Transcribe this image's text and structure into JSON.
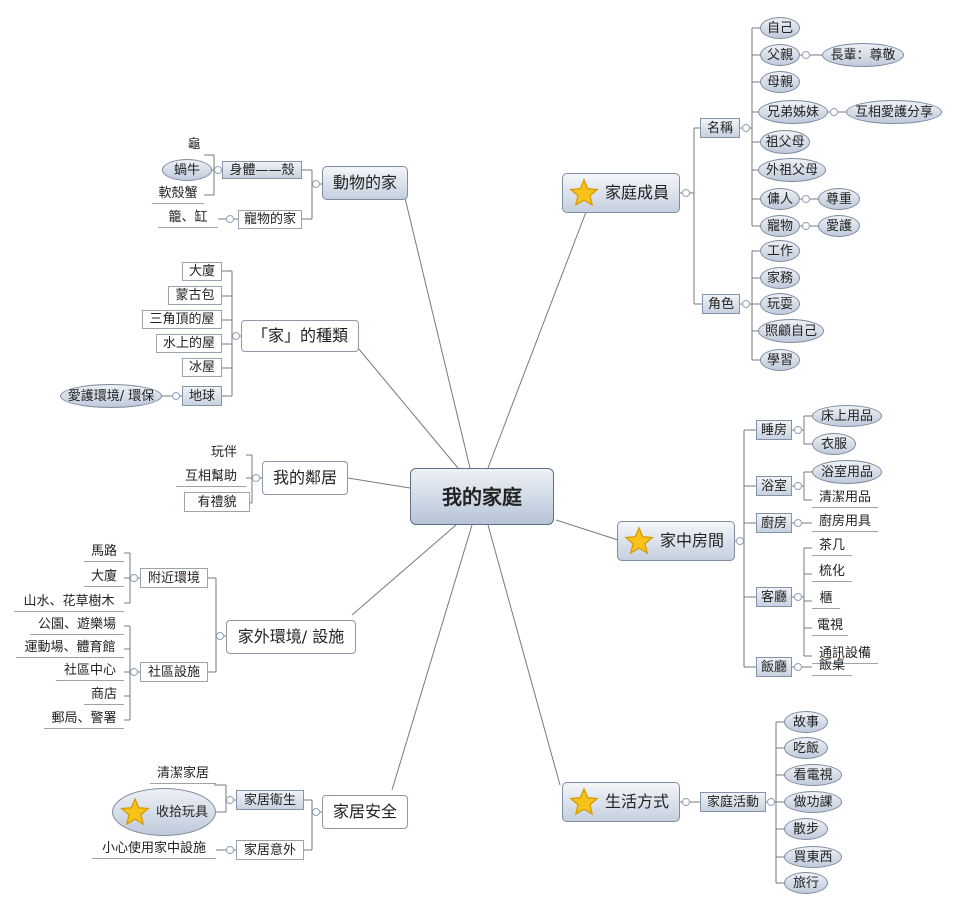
{
  "center": "我的家庭",
  "branches": {
    "family": {
      "label": "家庭成員",
      "names": {
        "label": "名稱",
        "self": "自己",
        "father": "父親",
        "elders": "長輩：尊敬",
        "mother": "母親",
        "siblings": "兄弟姊妹",
        "care_share": "互相愛護分享",
        "grandparents": "祖父母",
        "maternal_grandparents": "外祖父母",
        "helper": "傭人",
        "respect": "尊重",
        "pet": "寵物",
        "love": "愛護"
      },
      "roles": {
        "label": "角色",
        "work": "工作",
        "housework": "家務",
        "play": "玩耍",
        "self_care": "照顧自己",
        "study": "學習"
      }
    },
    "rooms": {
      "label": "家中房間",
      "bedroom": "睡房",
      "bed_items": "床上用品",
      "clothes": "衣服",
      "bathroom": "浴室",
      "bath_items": "浴室用品",
      "cleaning": "清潔用品",
      "kitchen": "廚房",
      "kitchenware": "廚房用具",
      "living": "客廳",
      "tea_table": "茶几",
      "comb": "梳化",
      "cabinet": "櫃",
      "tv": "電視",
      "comm": "通訊設備",
      "dining": "飯廳",
      "dining_table": "飯桌"
    },
    "lifestyle": {
      "label": "生活方式",
      "activities": "家庭活動",
      "story": "故事",
      "eat": "吃飯",
      "watch_tv": "看電視",
      "homework": "做功課",
      "walk": "散步",
      "shopping": "買東西",
      "travel": "旅行"
    },
    "animal": {
      "label": "動物的家",
      "body": "身體——殼",
      "turtle": "龜",
      "snail": "蝸牛",
      "crab": "軟殼蟹",
      "pet_home": "寵物的家",
      "cage": "籠、缸"
    },
    "types": {
      "label": "「家」的種類",
      "building": "大廈",
      "yurt": "蒙古包",
      "triangle": "三角頂的屋",
      "water": "水上的屋",
      "ice": "冰屋",
      "earth": "地球",
      "protect": "愛護環境/ 環保"
    },
    "neighbor": {
      "label": "我的鄰居",
      "playmate": "玩伴",
      "help": "互相幫助",
      "polite": "有禮貌"
    },
    "outside": {
      "label": "家外環境/ 設施",
      "nearby": "附近環境",
      "road": "馬路",
      "building": "大廈",
      "nature": "山水、花草樹木",
      "community": "社區設施",
      "park": "公園、遊樂場",
      "sports": "運動場、體育館",
      "center": "社區中心",
      "shop": "商店",
      "post": "郵局、警署"
    },
    "safety": {
      "label": "家居安全",
      "hygiene": "家居衛生",
      "clean": "清潔家居",
      "toys": "收拾玩具",
      "accident": "家居意外",
      "careful": "小心使用家中設施"
    }
  },
  "colors": {
    "line": "#7a7a7a",
    "node_border": "#7f8da3",
    "node_fill_top": "#f4f6f9",
    "node_fill_bottom": "#c5d0df",
    "star": "#f7c21a",
    "star_stroke": "#d59a00"
  },
  "icons": [
    "star-icon"
  ]
}
